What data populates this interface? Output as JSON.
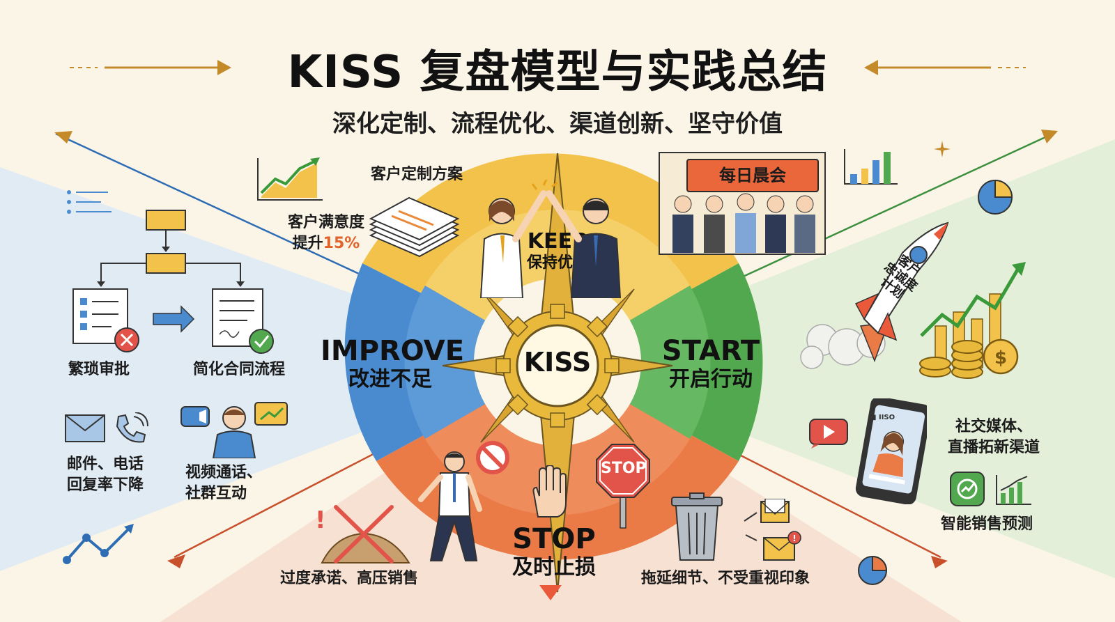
{
  "title": "KISS 复盘模型与实践总结",
  "subtitle": "深化定制、流程优化、渠道创新、坚守价值",
  "center": {
    "label": "KISS"
  },
  "quadrants": {
    "keep": {
      "en": "KEEP",
      "zh": "保持优势",
      "color": "#f2c24a"
    },
    "improve": {
      "en": "IMPROVE",
      "zh": "改进不足",
      "color": "#4a8bd0"
    },
    "start": {
      "en": "START",
      "zh": "开启行动",
      "color": "#52a84e"
    },
    "stop": {
      "en": "STOP",
      "zh": "及时止损",
      "color": "#ea7a46"
    }
  },
  "keep": {
    "custom_plan": "客户定制方案",
    "satisfaction_line1": "客户满意度",
    "satisfaction_line2_prefix": "提升",
    "satisfaction_pct": "15%",
    "morning_meeting": "每日晨会"
  },
  "improve": {
    "tedious_approval": "繁琐审批",
    "simplify_contract": "简化合同流程",
    "email_phone_line1": "邮件、电话",
    "email_phone_line2": "回复率下降",
    "video_line1": "视频通话、",
    "video_line2": "社群互动"
  },
  "start": {
    "rocket_line1": "客户",
    "rocket_line2": "忠诚度",
    "rocket_line3": "计划",
    "social_line1": "社交媒体、",
    "social_line2": "直播拓新渠道",
    "smart_forecast": "智能销售预测",
    "phone_brand": "▮ IISO"
  },
  "stop": {
    "overpromise": "过度承诺、高压销售",
    "delay": "拖延细节、不受重视印象",
    "stop_sign": "STOP"
  }
}
